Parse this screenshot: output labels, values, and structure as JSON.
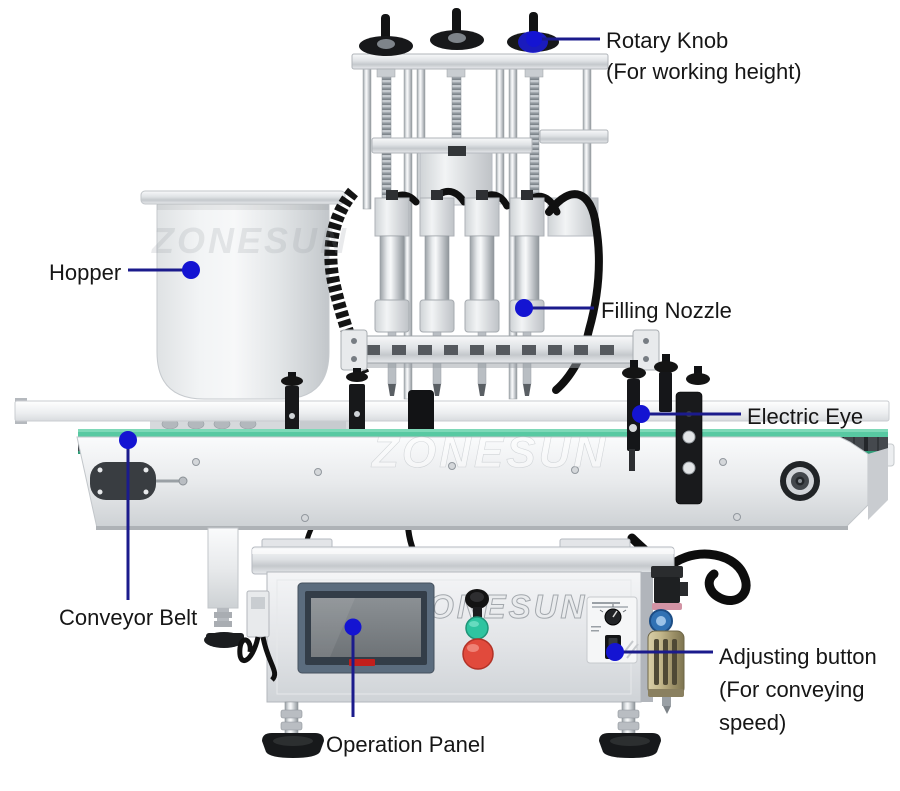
{
  "figure": {
    "background": "#ffffff",
    "watermark": "ZONESUN"
  },
  "callouts": {
    "rotary_knob": "Rotary Knob\n(For working height)",
    "hopper": "Hopper",
    "filling_nozzle": "Filling Nozzle",
    "electric_eye": "Electric Eye",
    "conveyor_belt": "Conveyor Belt",
    "adjusting_button": "Adjusting button\n(For conveying\nspeed)",
    "operation_panel": "Operation Panel"
  },
  "colors": {
    "leader_line": "#1b1b8c",
    "marker_dot": "#1414d2",
    "label_text": "#161616",
    "belt_green": "#58c9a2",
    "start_button_green": "#2ec4a0",
    "stop_button_red": "#e14a3c"
  }
}
